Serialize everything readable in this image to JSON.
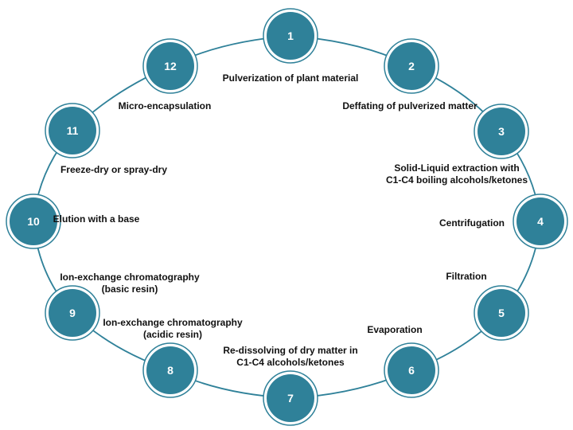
{
  "diagram": {
    "type": "cycle",
    "colors": {
      "node_fill": "#2f8199",
      "ring": "#2f8199",
      "connector": "#2f8199",
      "text": "#111111"
    },
    "steps": [
      {
        "number": "1",
        "label_lines": [
          "Pulverization of plant material"
        ]
      },
      {
        "number": "2",
        "label_lines": [
          "Deffating of pulverized matter"
        ]
      },
      {
        "number": "3",
        "label_lines": [
          "Solid-Liquid extraction with",
          "C1-C4 boiling alcohols/ketones"
        ]
      },
      {
        "number": "4",
        "label_lines": [
          "Centrifugation"
        ]
      },
      {
        "number": "5",
        "label_lines": [
          "Filtration"
        ]
      },
      {
        "number": "6",
        "label_lines": [
          "Evaporation"
        ]
      },
      {
        "number": "7",
        "label_lines": [
          "Re-dissolving of dry matter in",
          "C1-C4 alcohols/ketones"
        ]
      },
      {
        "number": "8",
        "label_lines": [
          "Ion-exchange chromatography",
          "(acidic resin)"
        ]
      },
      {
        "number": "9",
        "label_lines": [
          "Ion-exchange chromatography",
          "(basic resin)"
        ]
      },
      {
        "number": "10",
        "label_lines": [
          "Elution with a base"
        ]
      },
      {
        "number": "11",
        "label_lines": [
          "Freeze-dry or spray-dry"
        ]
      },
      {
        "number": "12",
        "label_lines": [
          "Micro-encapsulation"
        ]
      }
    ]
  }
}
